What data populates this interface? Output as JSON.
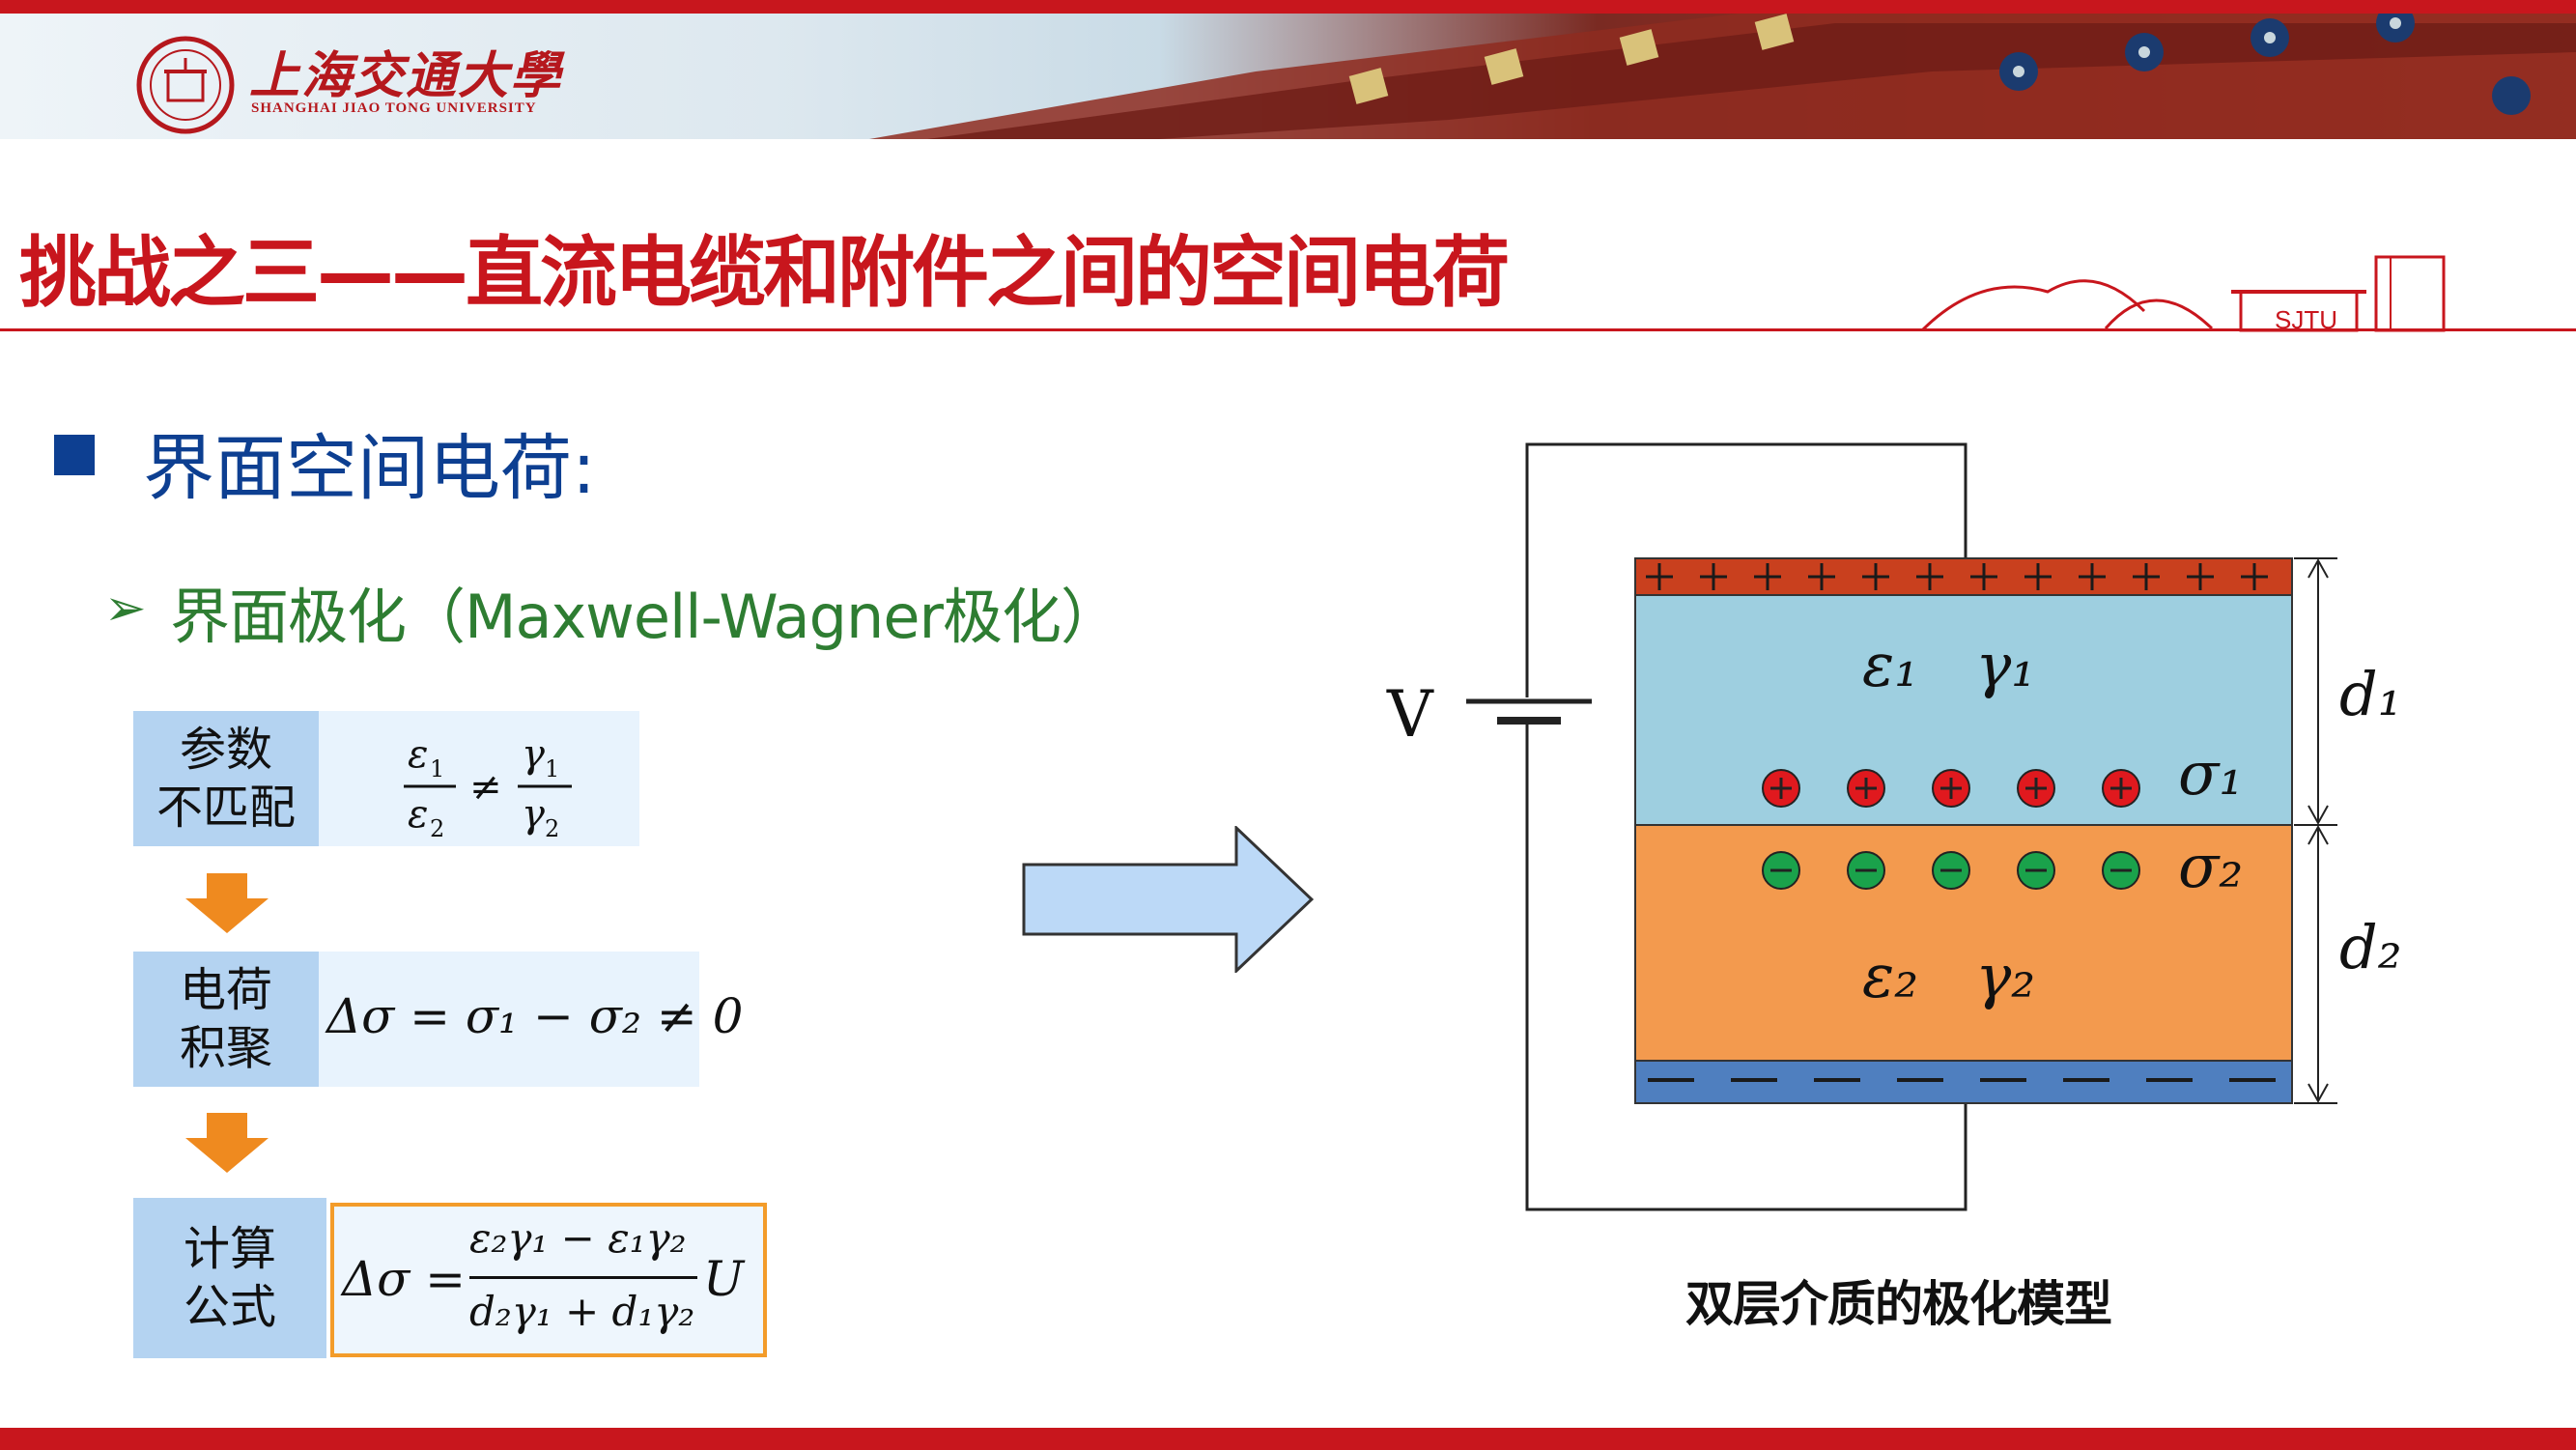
{
  "header": {
    "university_cn": "上海交通大學",
    "university_en": "SHANGHAI JIAO TONG UNIVERSITY",
    "deco_text": "SJTU"
  },
  "slide": {
    "title": "挑战之三——直流电缆和附件之间的空间电荷",
    "bullet_1": "界面空间电荷:",
    "bullet_2": "界面极化（Maxwell-Wagner极化）"
  },
  "flow": {
    "step1_label": "参数\n不匹配",
    "step2_label": "电荷\n积聚",
    "step3_label": "计算\n公式",
    "formula1": {
      "eps1": "ε",
      "sub1": "1",
      "eps2": "ε",
      "sub2": "2",
      "neq": "≠",
      "gam1": "γ",
      "gsub1": "1",
      "gam2": "γ",
      "gsub2": "2"
    },
    "formula2": "Δσ = σ₁ − σ₂ ≠ 0",
    "formula3_lhs": "Δσ =",
    "formula3_num": "ε₂γ₁ − ε₁γ₂",
    "formula3_den": "d₂γ₁ + d₁γ₂",
    "formula3_rhs": "U"
  },
  "diagram": {
    "voltage_label": "V",
    "layer1": "ε₁   γ₁",
    "layer2": "ε₂   γ₂",
    "sigma1": "σ₁",
    "sigma2": "σ₂",
    "d1": "d₁",
    "d2": "d₂",
    "caption": "双层介质的极化模型",
    "colors": {
      "top_electrode": "#c9401e",
      "layer1": "#9ecfe0",
      "layer2": "#f39a4e",
      "bottom_electrode": "#4f7fbf",
      "positive_charge": "#e0191e",
      "negative_charge": "#1aa24b"
    }
  },
  "colors": {
    "accent_red": "#c8161d",
    "bullet_blue": "#0d3f91",
    "sub_green": "#2e7d32"
  }
}
